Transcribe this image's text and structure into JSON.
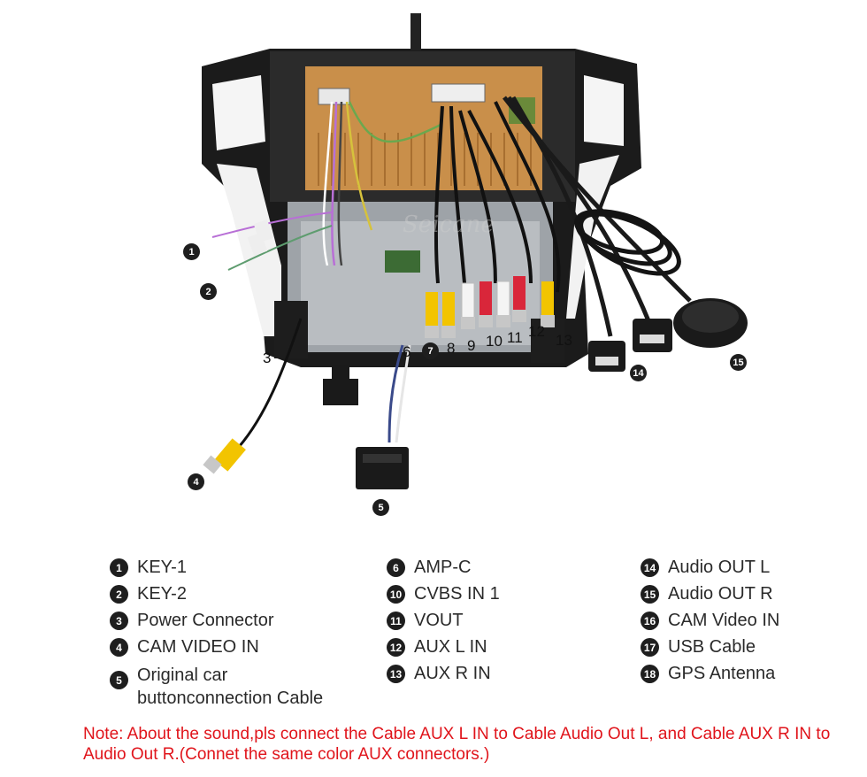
{
  "watermark": "Seicane",
  "diagram_badges": [
    {
      "id": "1",
      "text": "1"
    },
    {
      "id": "2",
      "text": "2"
    },
    {
      "id": "3",
      "text": "3"
    },
    {
      "id": "4",
      "text": "4"
    },
    {
      "id": "5",
      "text": "5"
    },
    {
      "id": "6",
      "text": "6"
    },
    {
      "id": "7",
      "text": "7"
    },
    {
      "id": "8",
      "text": "8"
    },
    {
      "id": "9",
      "text": "9"
    },
    {
      "id": "10",
      "text": "10"
    },
    {
      "id": "11",
      "text": "11"
    },
    {
      "id": "12",
      "text": "12"
    },
    {
      "id": "13",
      "text": "13"
    },
    {
      "id": "14",
      "text": "14"
    },
    {
      "id": "15",
      "text": "15"
    }
  ],
  "legend": {
    "col1": [
      {
        "num": "1",
        "label": "KEY-1"
      },
      {
        "num": "2",
        "label": "KEY-2"
      },
      {
        "num": "3",
        "label": "Power Connector"
      },
      {
        "num": "4",
        "label": "CAM VIDEO IN"
      },
      {
        "num": "5",
        "label": "Original car\nbuttonconnection Cable"
      }
    ],
    "col2": [
      {
        "num": "6",
        "label": "AMP-C"
      },
      {
        "num": "10",
        "label": "CVBS IN 1"
      },
      {
        "num": "11",
        "label": "VOUT"
      },
      {
        "num": "12",
        "label": "AUX L IN"
      },
      {
        "num": "13",
        "label": "AUX R IN"
      }
    ],
    "col3": [
      {
        "num": "14",
        "label": "Audio OUT L"
      },
      {
        "num": "15",
        "label": "Audio OUT R"
      },
      {
        "num": "16",
        "label": "CAM Video IN"
      },
      {
        "num": "17",
        "label": "USB Cable"
      },
      {
        "num": "18",
        "label": "GPS Antenna"
      }
    ]
  },
  "note": "Note: About the sound,pls connect the Cable AUX L IN to Cable Audio Out L, and Cable AUX R IN to  Audio Out R.(Connet the same color AUX connectors.)",
  "colors": {
    "note": "#e0141b",
    "frame": "#1b1b1b",
    "board": "#c98f4a",
    "chassis": "#9ea3a8",
    "rca_yellow": "#f2c400",
    "rca_red": "#d9263a",
    "rca_white": "#f4f4f4"
  }
}
